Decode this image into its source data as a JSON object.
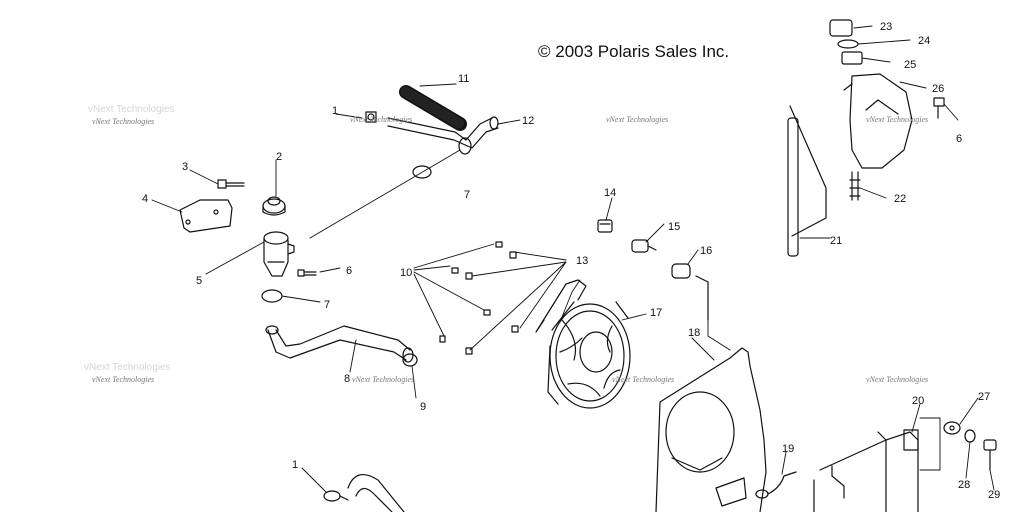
{
  "copyright": "© 2003 Polaris Sales Inc.",
  "watermark": "vNext Technologies",
  "callouts": [
    "1",
    "2",
    "3",
    "4",
    "5",
    "6",
    "7",
    "8",
    "9",
    "10",
    "11",
    "12",
    "13",
    "14",
    "15",
    "16",
    "17",
    "18",
    "19",
    "20",
    "21",
    "22",
    "23",
    "24",
    "25",
    "26",
    "27",
    "28",
    "29"
  ],
  "colors": {
    "ink": "#111111",
    "watermark": "#777777"
  }
}
